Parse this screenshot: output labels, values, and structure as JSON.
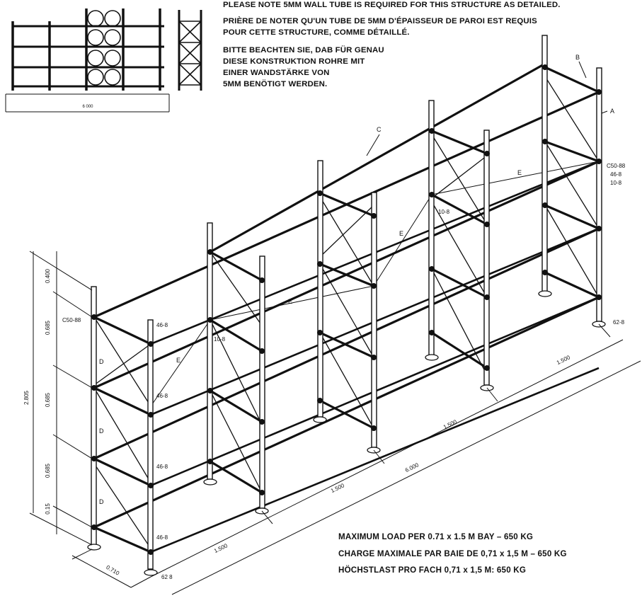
{
  "notes": {
    "en": "PLEASE NOTE 5MM WALL TUBE IS REQUIRED FOR THIS STRUCTURE AS DETAILED.",
    "fr_line1": "PRIÈRE DE NOTER QU'UN TUBE DE 5MM D'ÉPAISSEUR DE PAROI EST REQUIS",
    "fr_line2": "POUR CETTE STRUCTURE, COMME DÉTAILLÉ.",
    "de_line1": "BITTE BEACHTEN SIE, DAβ FÜR GENAU",
    "de_line2": "DIESE KONSTRUKTION ROHRE MIT",
    "de_line3": "EINER WANDSTÄRKE VON",
    "de_line4": "5MM BENÖTIGT WERDEN."
  },
  "load": {
    "en": "MAXIMUM LOAD PER 0.71 x 1.5 M BAY – 650 KG",
    "fr": "CHARGE MAXIMALE PAR BAIE DE 0,71 x 1,5 M – 650 KG",
    "de": "HÖCHSTLAST PRO FACH 0,71 x 1,5 M: 650 KG"
  },
  "thumbnail": {
    "width_label": "6 000"
  },
  "dimensions": {
    "height_total": "2.805",
    "height_top": "0.400",
    "height_upper": "0.685",
    "height_middle": "0.685",
    "height_lower": "0.685",
    "height_base": "0.15",
    "depth": "0.710",
    "bay1": "1.500",
    "bay2": "1.500",
    "bay3": "1.500",
    "bay4": "1.500",
    "overall": "6.000"
  },
  "labels": {
    "A": "A",
    "B": "B",
    "C": "C",
    "D": "D",
    "E": "E",
    "c50_left": "C50-88",
    "c50_right": "C50-88",
    "r_46": "46-8",
    "r_10": "10-8",
    "f46_1": "46-8",
    "f46_2": "46-8",
    "f46_3": "46-8",
    "f46_4": "46-8",
    "f10": "10-8",
    "m10": "10-8",
    "foot_right": "62-8",
    "foot_left": "62 8"
  }
}
